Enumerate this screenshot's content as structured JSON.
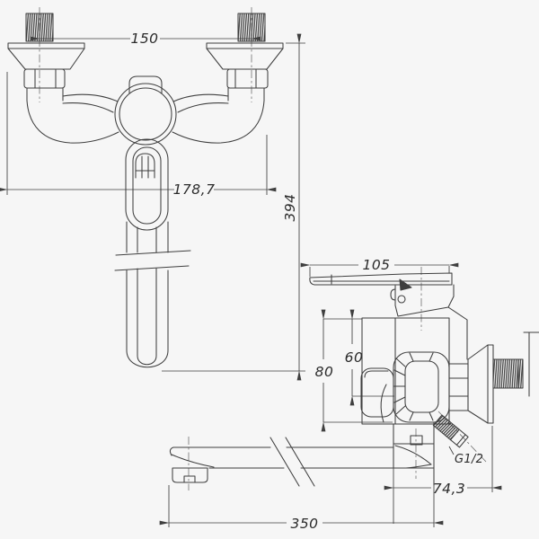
{
  "drawing": {
    "background_color": "#f6f6f6",
    "line_color": "#3f3f3f",
    "views": {
      "front": {
        "dimensions": {
          "mounting_centers_mm": "150",
          "overall_width_mm": "178,7",
          "overall_height_mm": "394"
        }
      },
      "side": {
        "dimensions": {
          "handle_length_mm": "105",
          "cartridge_offset_mm": "60",
          "body_height_mm": "80",
          "wall_clearance_mm": "74,3",
          "spout_length_mm": "350",
          "inlet_thread": "G1/2"
        }
      }
    }
  }
}
